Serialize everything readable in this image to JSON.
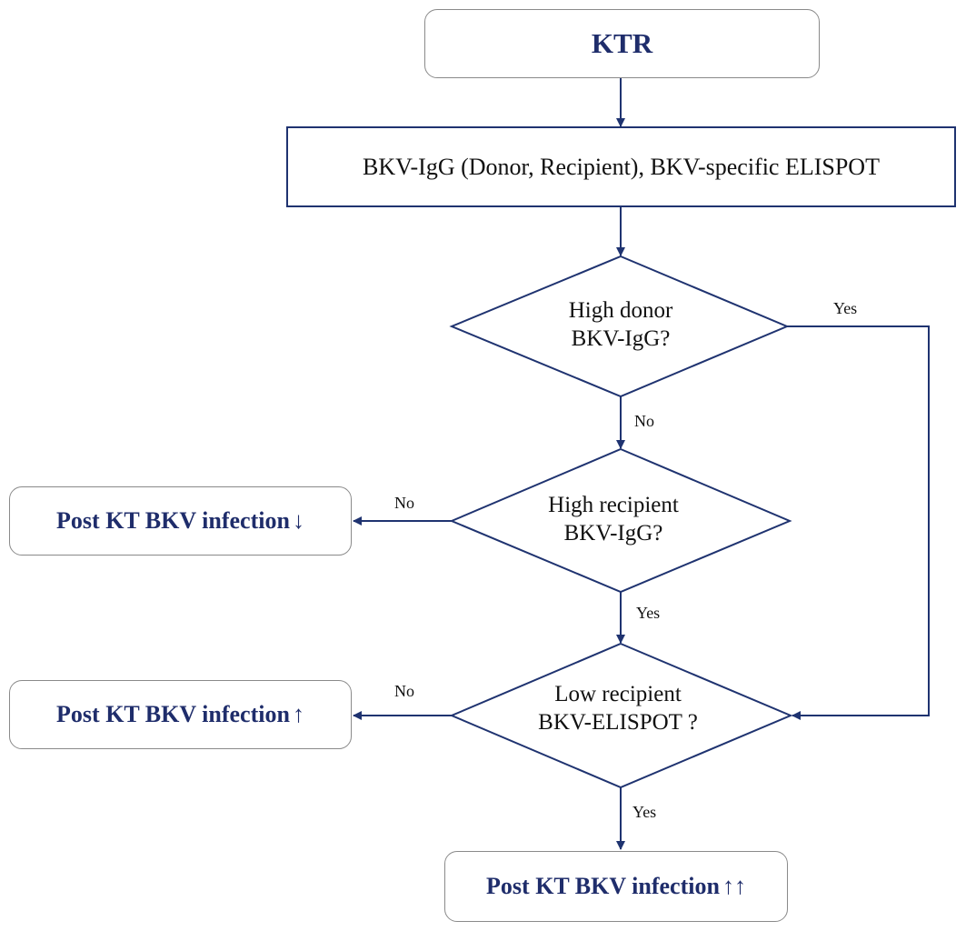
{
  "nodes": {
    "start": {
      "label": "KTR"
    },
    "tests": {
      "label": "BKV-IgG (Donor, Recipient), BKV-specific ELISPOT"
    },
    "q_donor": {
      "line1": "High donor",
      "line2": "BKV-IgG?"
    },
    "q_recipient_igg": {
      "line1": "High recipient",
      "line2": "BKV-IgG?"
    },
    "q_elispot": {
      "line1": "Low recipient",
      "line2": "BKV-ELISPOT ?"
    },
    "out_low": {
      "label": "Post KT BKV infection",
      "indicator": "↓",
      "indicator_icon": "arrow-down-icon"
    },
    "out_high": {
      "label": "Post KT BKV infection",
      "indicator": "↑",
      "indicator_icon": "arrow-up-icon"
    },
    "out_very_high": {
      "label": "Post KT BKV infection",
      "indicator": "↑↑",
      "indicator_icon": "double-arrow-up-icon"
    }
  },
  "edges": {
    "donor_yes": "Yes",
    "donor_no": "No",
    "recipient_no": "No",
    "recipient_yes": "Yes",
    "elispot_no": "No",
    "elispot_yes": "Yes"
  },
  "colors": {
    "navy": "#1f2d6b",
    "line": "#1f3370",
    "rounded_border": "#8a8a8a",
    "text": "#111111"
  }
}
